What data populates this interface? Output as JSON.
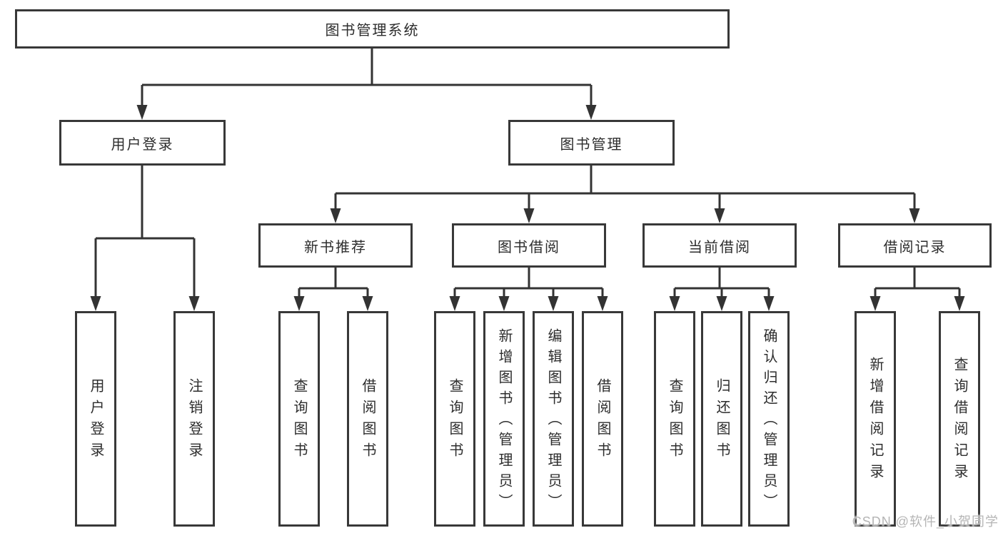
{
  "title": "图书管理系统",
  "tree": {
    "root": {
      "label": "图书管理系统"
    },
    "level2": [
      {
        "label": "用户登录"
      },
      {
        "label": "图书管理"
      }
    ],
    "level3": [
      {
        "label": "新书推荐"
      },
      {
        "label": "图书借阅"
      },
      {
        "label": "当前借阅"
      },
      {
        "label": "借阅记录"
      }
    ],
    "leaves": {
      "user_login": [
        {
          "label": "用户登录"
        },
        {
          "label": "注销登录"
        }
      ],
      "new_book_recommend": [
        {
          "label": "查询图书"
        },
        {
          "label": "借阅图书"
        }
      ],
      "book_borrow": [
        {
          "label": "查询图书"
        },
        {
          "label": "新增图书（管理员）"
        },
        {
          "label": "编辑图书（管理员）"
        },
        {
          "label": "借阅图书"
        }
      ],
      "current_borrow": [
        {
          "label": "查询图书"
        },
        {
          "label": "归还图书"
        },
        {
          "label": "确认归还（管理员）"
        }
      ],
      "borrow_records": [
        {
          "label": "新增借阅记录"
        },
        {
          "label": "查询借阅记录"
        }
      ]
    }
  },
  "watermark": {
    "text": "CSDN @软件_小贺同学"
  },
  "colors": {
    "background": "#ffffff",
    "line": "#333333",
    "box_border": "#383838",
    "text": "#2d2d2d",
    "watermark": "#b5b5b5"
  }
}
